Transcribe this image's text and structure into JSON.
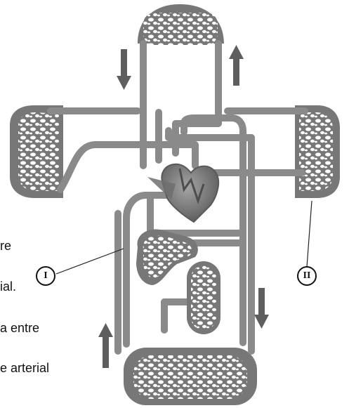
{
  "side_text": {
    "line1": "re",
    "line2": "ial.",
    "line3": "a entre",
    "line4": "e arterial"
  },
  "labels": {
    "i": "I",
    "ii": "II"
  },
  "arrows": {
    "top_left": "down",
    "top_right": "up",
    "bottom_left": "up",
    "bottom_right": "down"
  },
  "colors": {
    "vessel": "#8a8a8a",
    "vessel_dark": "#6b6b6b",
    "capillary_fill": "#7b7b7b",
    "heart": "#6f6f6f"
  }
}
